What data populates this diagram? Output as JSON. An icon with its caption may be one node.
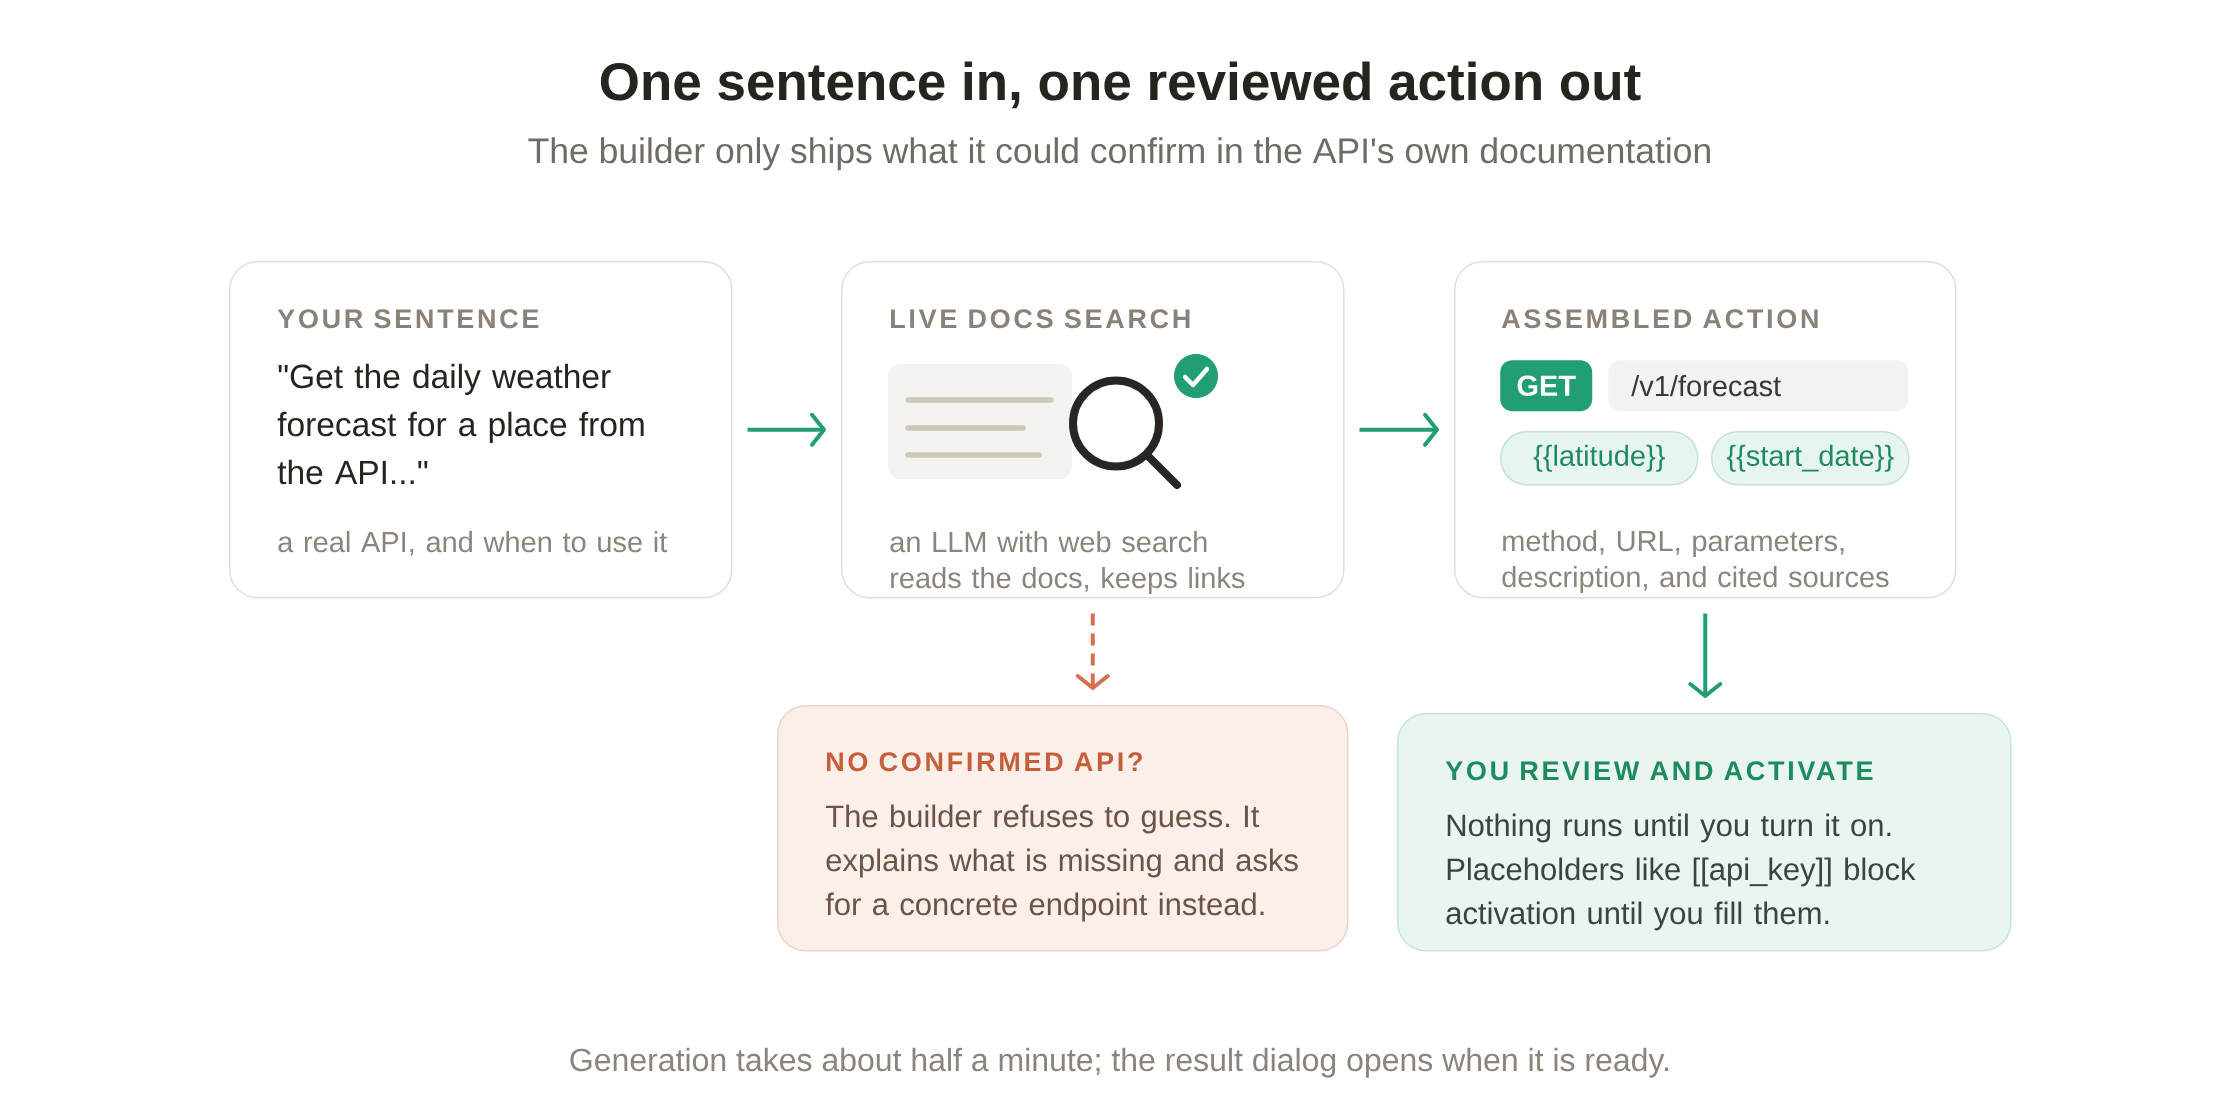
{
  "diagram": {
    "title": "One sentence in, one reviewed action out",
    "nodes": [
      {
        "text": [
          "YOUR SENTENCE",
          "\"Get the daily weather forecast for a place from the API...\"",
          "a real API, and when to use it"
        ]
      },
      {
        "text": [
          "LIVE DOCS SEARCH",
          "an LLM with web search reads the docs, keeps links"
        ]
      },
      {
        "text": [
          "ASSEMBLED ACTION",
          "method, URL, parameters, description, and cited sources"
        ]
      },
      {
        "text": [
          "GET"
        ],
        "in": 2
      },
      {
        "text": [
          "/v1/forecast"
        ],
        "in": 2
      },
      {
        "text": [
          "{{latitude}}"
        ],
        "in": 2
      },
      {
        "text": [
          "{{start_date}}"
        ],
        "in": 2
      },
      {
        "text": [
          "NO CONFIRMED API?",
          "The builder refuses to guess. It explains what is missing and asks for a concrete endpoint instead."
        ]
      },
      {
        "text": [
          "YOU REVIEW AND ACTIVATE",
          "Nothing runs until you turn it on. Placeholders like [[api_key]] block activation until you fill them."
        ]
      }
    ],
    "edges": [
      {
        "from": 0,
        "to": 1,
        "arrow": "to"
      },
      {
        "from": 1,
        "to": 2,
        "arrow": "to"
      },
      {
        "from": 1,
        "to": 7,
        "arrow": "to",
        "style": "dashed",
        "color": "#d4704f"
      },
      {
        "from": 2,
        "to": 8,
        "arrow": "to"
      }
    ],
    "labels": [
      "The builder only ships what it could confirm in the API's own documentation",
      "Generation takes about half a minute; the result dialog opens when it is ready."
    ]
  }
}
